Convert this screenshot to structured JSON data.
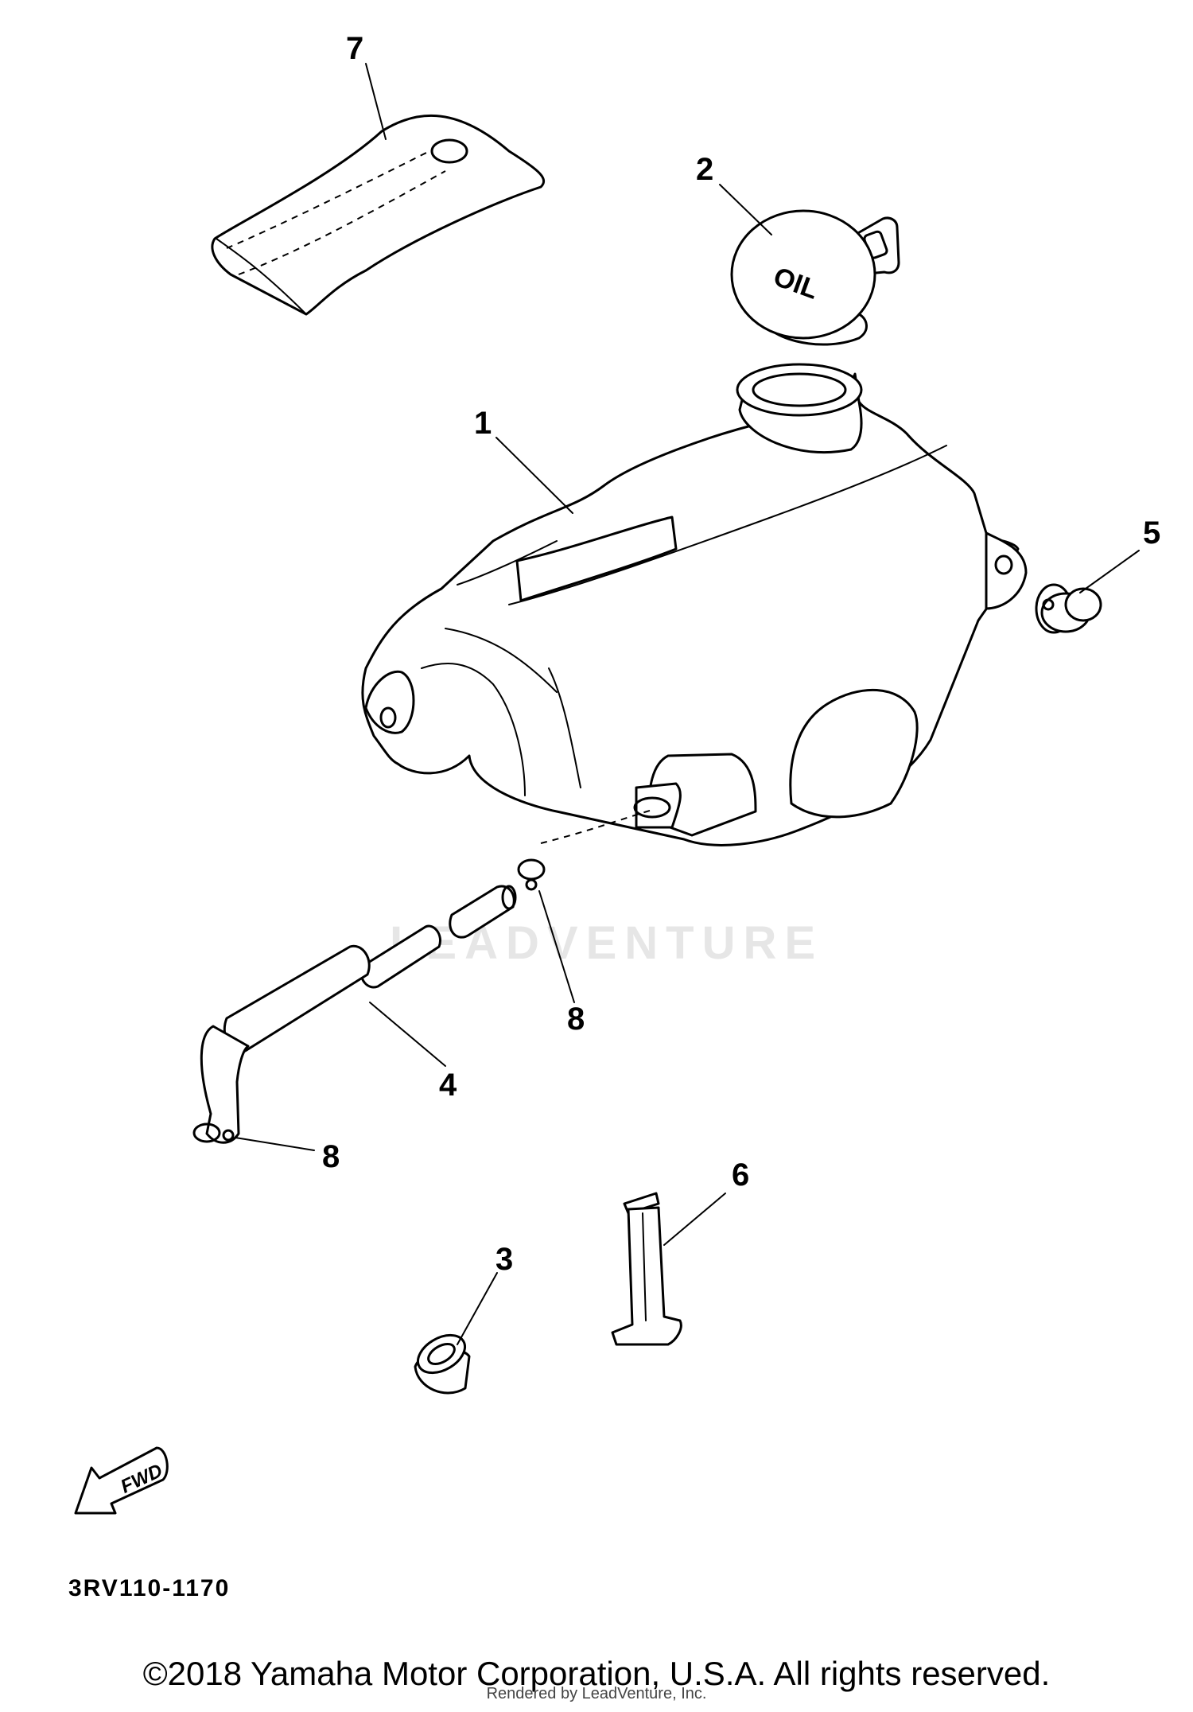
{
  "diagram": {
    "callouts": {
      "tank": "1",
      "cap": "2",
      "grommet": "3",
      "hose": "4",
      "bolt": "5",
      "band": "6",
      "cover": "7",
      "clip_upper": "8",
      "clip_lower": "8"
    },
    "cap_marking": "OIL",
    "direction_label": "FWD",
    "diagram_code": "3RV110-1170",
    "watermark": "LEADVENTURE"
  },
  "footer": {
    "copyright": "©2018 Yamaha Motor Corporation, U.S.A. All rights reserved.",
    "rendered_by": "Rendered by LeadVenture, Inc."
  }
}
